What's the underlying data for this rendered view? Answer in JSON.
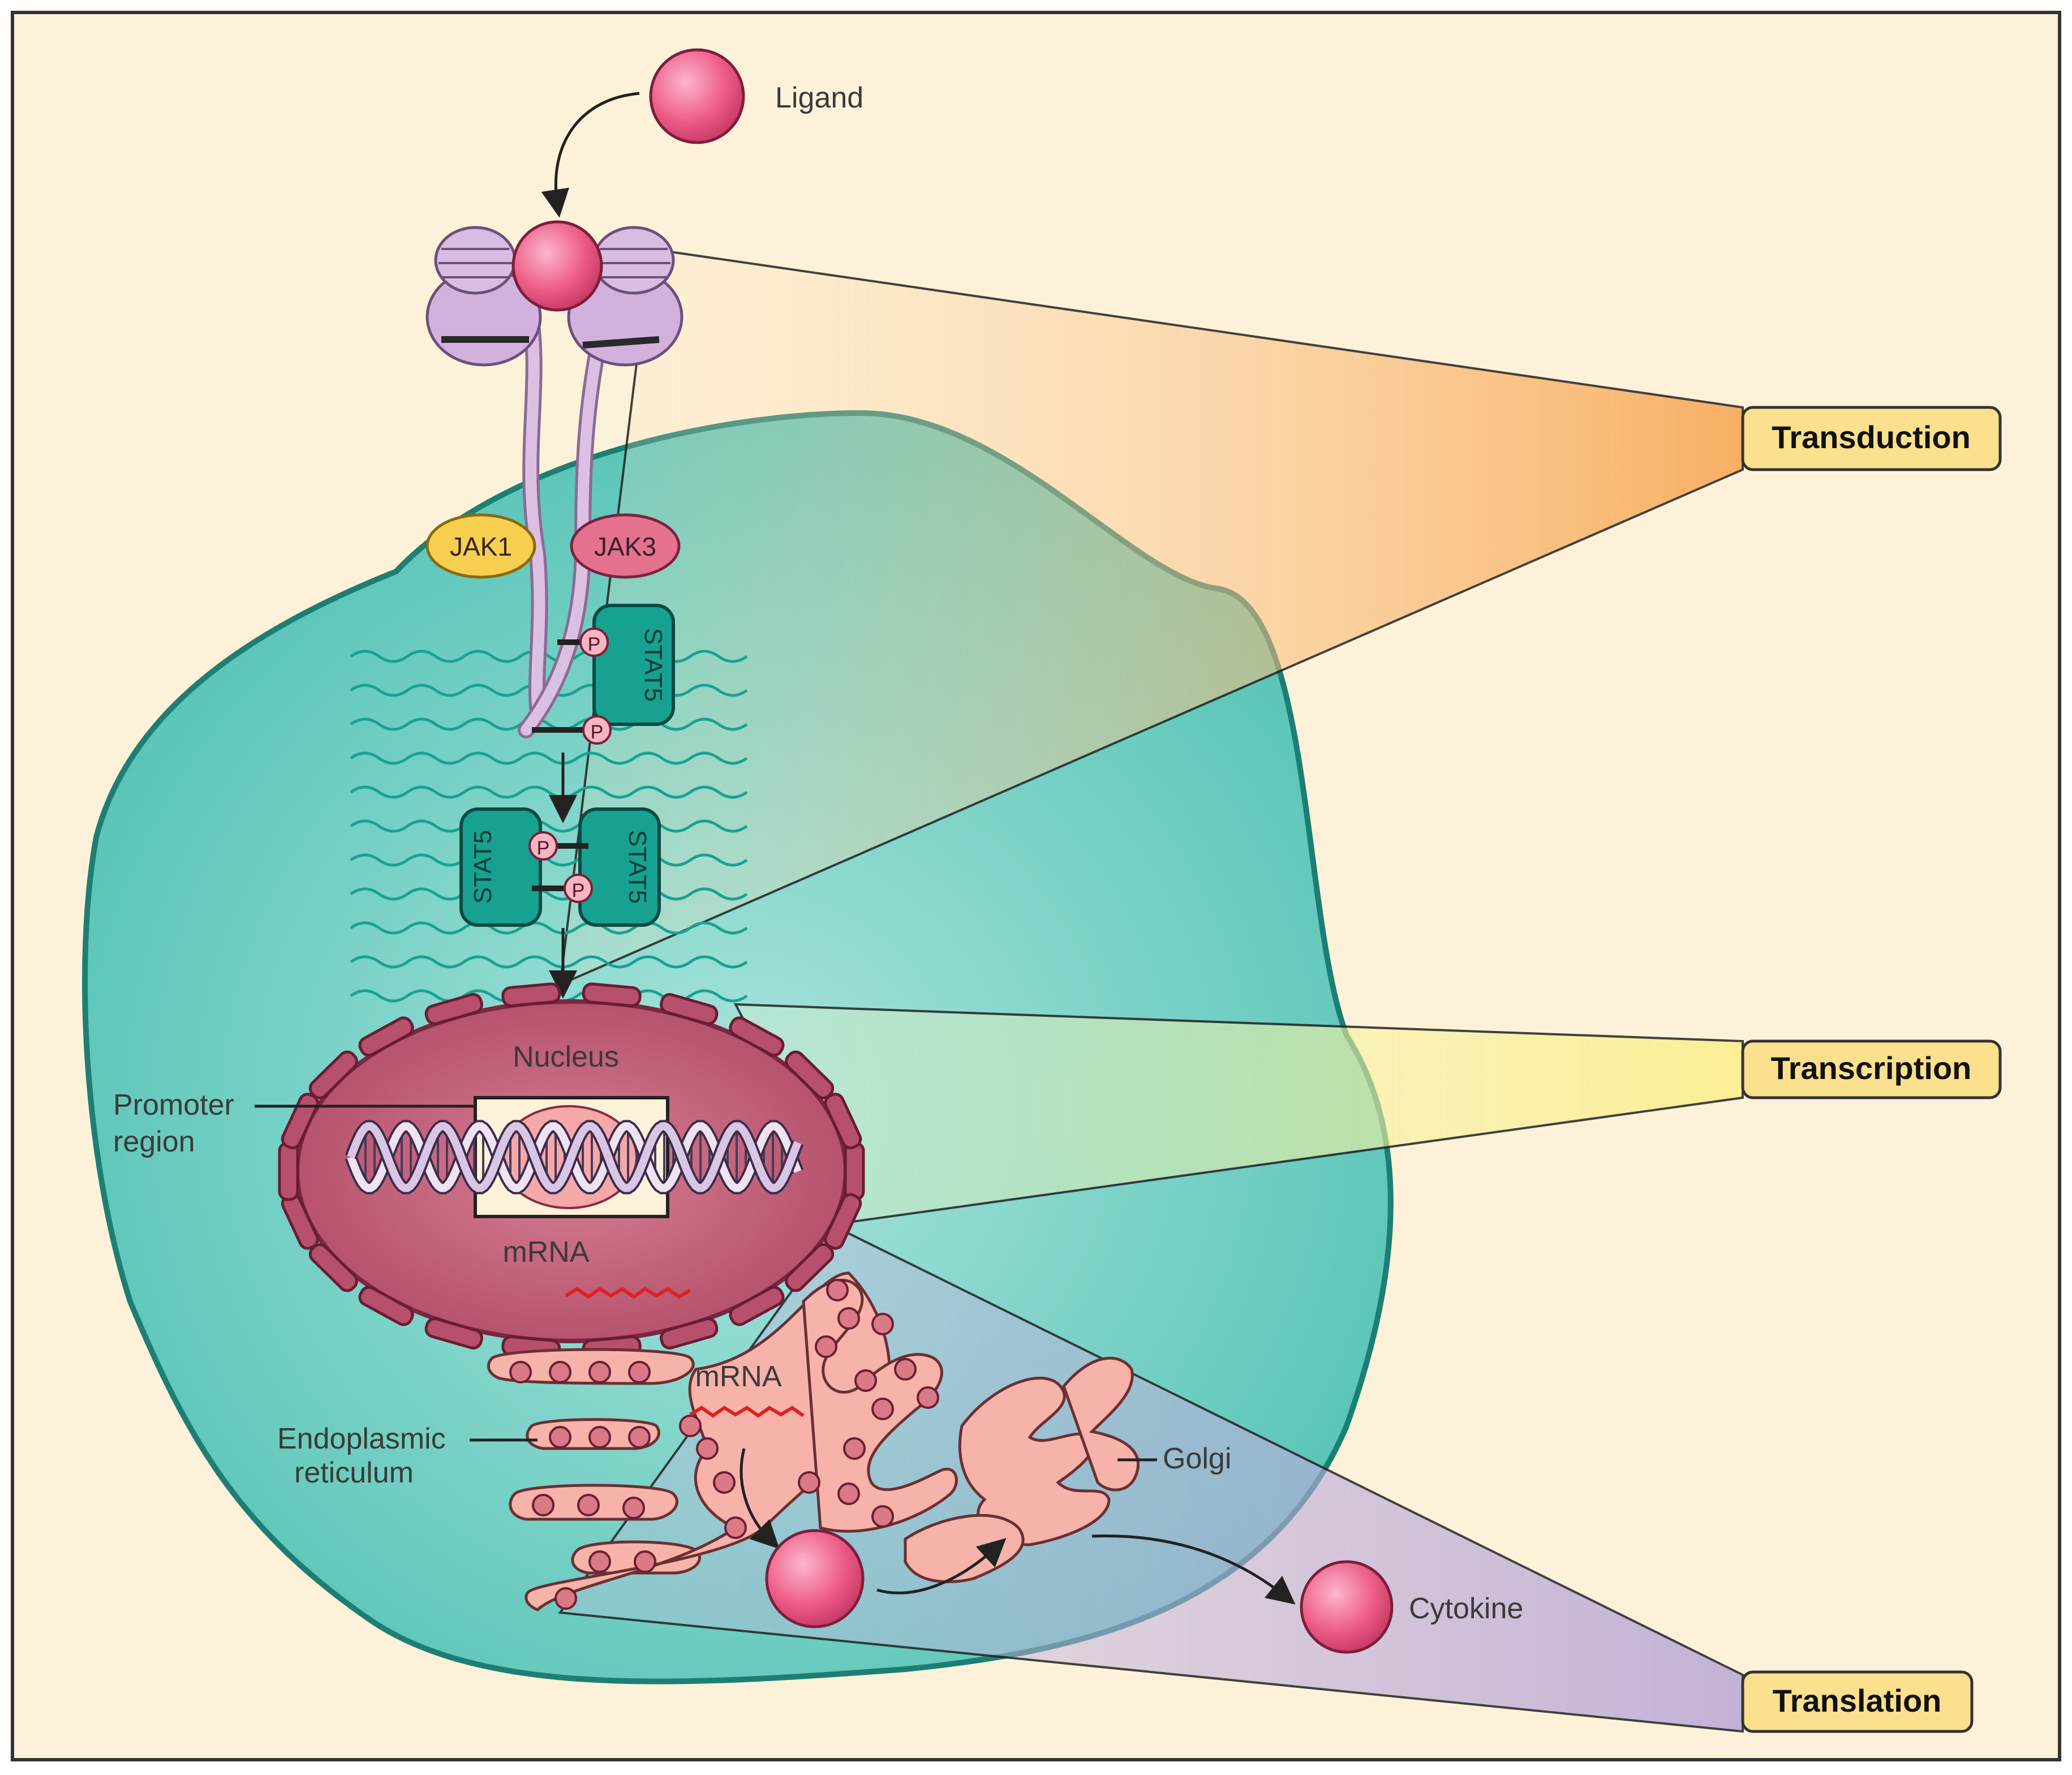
{
  "labels": {
    "ligand": "Ligand",
    "nucleus": "Nucleus",
    "promoter_line1": "Promoter",
    "promoter_line2": "region",
    "mrna_nucleus": "mRNA",
    "mrna_cytoplasm": "mRNA",
    "er_line1": "Endoplasmic",
    "er_line2": "reticulum",
    "golgi": "Golgi",
    "cytokine": "Cytokine",
    "jak1": "JAK1",
    "jak3": "JAK3",
    "stat5": "STAT5",
    "phospho": "P"
  },
  "stages": [
    {
      "label": "Transduction",
      "color": "#f7a55a"
    },
    {
      "label": "Transcription",
      "color": "#f4ee8a"
    },
    {
      "label": "Translation",
      "color": "#b7a6d6"
    }
  ],
  "colors": {
    "background": "#fdf2d9",
    "cell": "#5cc7bb",
    "cell_border": "#1d7f74",
    "nucleus": "#c4607a",
    "ligand": "#ee5d88",
    "jak1": "#f6cf4f",
    "jak3": "#e4728f",
    "stat5": "#1aa08f",
    "receptor": "#d3b5dc",
    "er": "#f5aaa3",
    "mrna": "#e02020",
    "label_box": "#fbe08d"
  }
}
